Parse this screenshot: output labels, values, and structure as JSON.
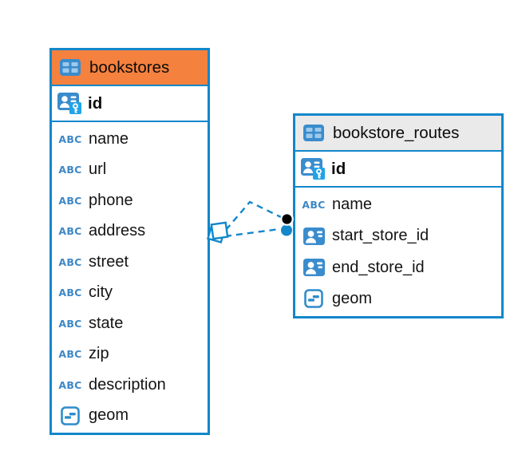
{
  "colors": {
    "accent_blue": "#1287cb",
    "header_orange": "#f5813e",
    "header_gray": "#eaeaea",
    "icon_fill_blue": "#3a8ccd",
    "icon_cell_blue": "#9ec9e9",
    "key_badge_blue": "#21a3e9",
    "type_glyph_blue": "#3e88c6",
    "endpoint_black": "#000000",
    "text_black": "#141414"
  },
  "icons": {
    "text_type_glyph": "ABC"
  },
  "tables": [
    {
      "name": "bookstores",
      "header_color": "#f5813e",
      "primary_key": {
        "label": "id"
      },
      "columns": [
        {
          "label": "name",
          "type": "text"
        },
        {
          "label": "url",
          "type": "text"
        },
        {
          "label": "phone",
          "type": "text"
        },
        {
          "label": "address",
          "type": "text"
        },
        {
          "label": "street",
          "type": "text"
        },
        {
          "label": "city",
          "type": "text"
        },
        {
          "label": "state",
          "type": "text"
        },
        {
          "label": "zip",
          "type": "text"
        },
        {
          "label": "description",
          "type": "text"
        },
        {
          "label": "geom",
          "type": "geometry"
        }
      ]
    },
    {
      "name": "bookstore_routes",
      "header_color": "#eaeaea",
      "primary_key": {
        "label": "id"
      },
      "columns": [
        {
          "label": "name",
          "type": "text"
        },
        {
          "label": "start_store_id",
          "type": "foreign-key"
        },
        {
          "label": "end_store_id",
          "type": "foreign-key"
        },
        {
          "label": "geom",
          "type": "geometry"
        }
      ]
    }
  ],
  "relationships": [
    {
      "from": "bookstore_routes.start_store_id",
      "to": "bookstores.id",
      "line_style": "dashed"
    },
    {
      "from": "bookstore_routes.end_store_id",
      "to": "bookstores.id",
      "line_style": "dashed"
    }
  ]
}
